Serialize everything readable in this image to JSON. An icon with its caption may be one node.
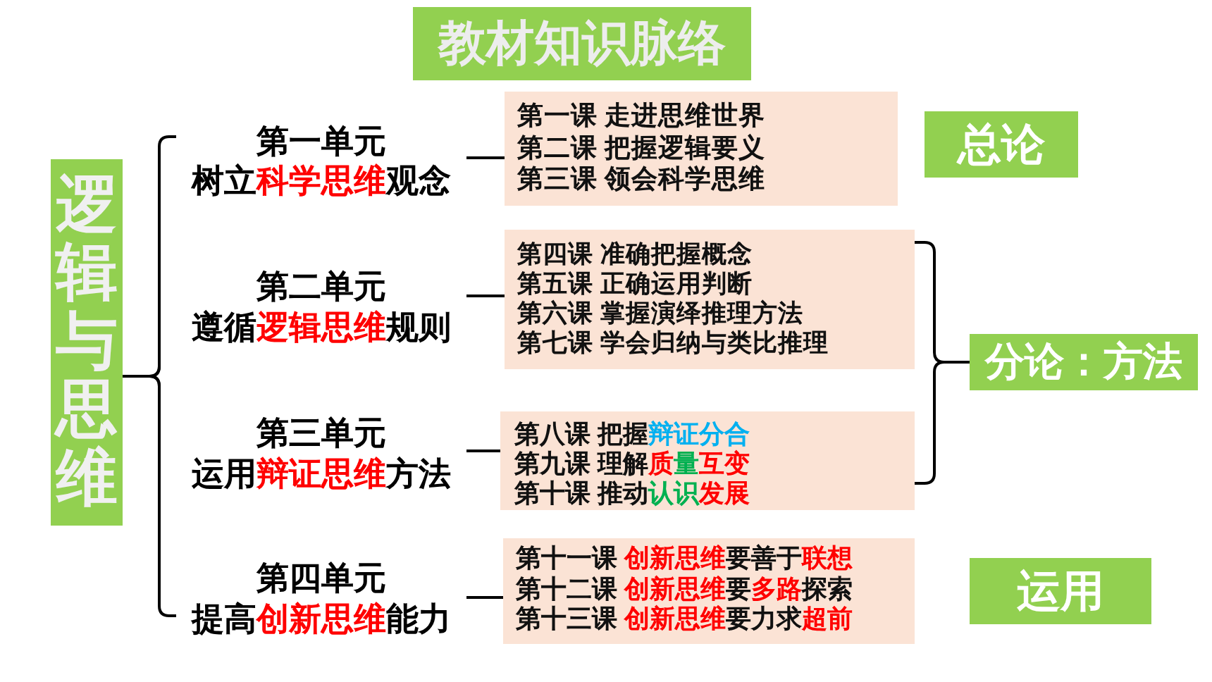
{
  "diagram": {
    "title": "教材知识脉络",
    "nodes": [
      {
        "text": [
          "逻辑与思维"
        ]
      },
      {
        "text": [
          "第一单元",
          "树立**科学思维**观念"
        ]
      },
      {
        "text": [
          "第一课 走进思维世界",
          "第二课 把握逻辑要义",
          "第三课 领会科学思维"
        ]
      },
      {
        "text": [
          "第二单元",
          "遵循**逻辑思维**规则"
        ]
      },
      {
        "text": [
          "第四课 准确把握概念",
          "第五课 正确运用判断",
          "第六课 掌握演绎推理方法",
          "第七课 学会归纳与类比推理"
        ]
      },
      {
        "text": [
          "第三单元",
          "运用**辩证思维**方法"
        ]
      },
      {
        "text": [
          "第八课 把握**辩证分合**",
          "第九课 理解**质****量****互变**",
          "第十课 推动**认识****发展**"
        ]
      },
      {
        "text": [
          "第四单元",
          "提高**创新思维**能力"
        ]
      },
      {
        "text": [
          "第十一课 **创新思维**要善于**联想**",
          "第十二课 **创新思维**要**多路**探索",
          "第十三课 **创新思维**要力求**超前**"
        ]
      },
      {
        "text": [
          "总论"
        ]
      },
      {
        "text": [
          "分论：方法"
        ]
      },
      {
        "text": [
          "运用"
        ]
      }
    ],
    "edges": [
      {
        "from": 0,
        "to": 1,
        "arrow": "none"
      },
      {
        "from": 0,
        "to": 3,
        "arrow": "none"
      },
      {
        "from": 0,
        "to": 5,
        "arrow": "none"
      },
      {
        "from": 0,
        "to": 7,
        "arrow": "none"
      },
      {
        "from": 1,
        "to": 2,
        "arrow": "none"
      },
      {
        "from": 3,
        "to": 4,
        "arrow": "none"
      },
      {
        "from": 5,
        "to": 6,
        "arrow": "none"
      },
      {
        "from": 7,
        "to": 8,
        "arrow": "none"
      },
      {
        "from": 4,
        "to": 10,
        "arrow": "none"
      },
      {
        "from": 6,
        "to": 10,
        "arrow": "none"
      }
    ]
  }
}
